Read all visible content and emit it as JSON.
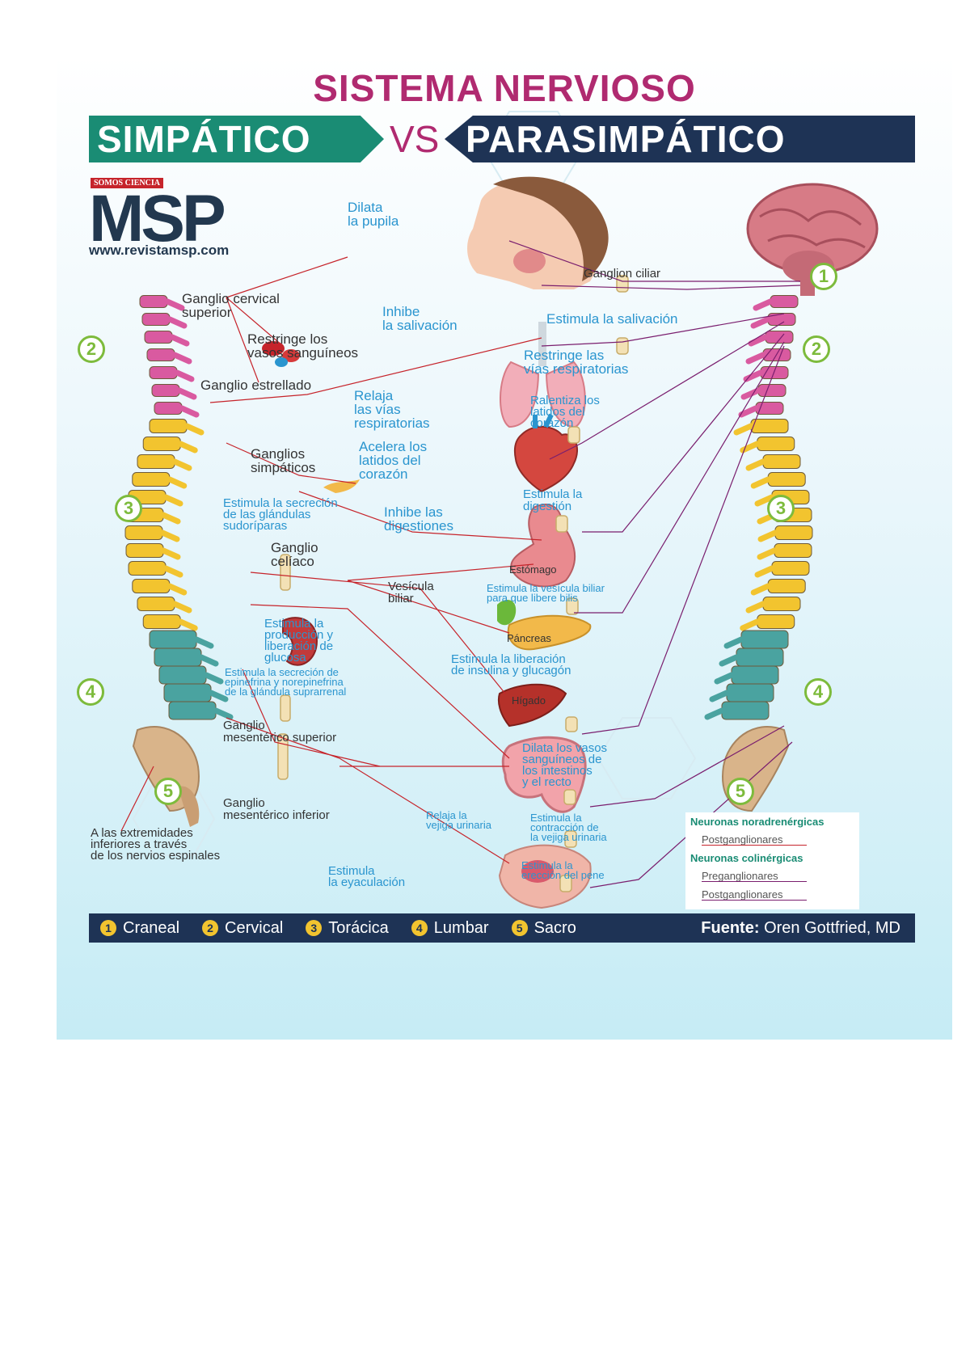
{
  "title": {
    "line1": "SISTEMA NERVIOSO",
    "left": "SIMPÁTICO",
    "vs": "VS",
    "right": "PARASIMPÁTICO"
  },
  "brand": {
    "tagline": "SOMOS CIENCIA",
    "logo": "MSP",
    "url": "www.revistamsp.com"
  },
  "labels": {
    "dilata_pupila": "Dilata\nla pupila",
    "ganglio_cervical": "Ganglio cervical\nsuperior",
    "inhibe_salivacion": "Inhibe\nla salivación",
    "ganglion_ciliar": "Ganglion ciliar",
    "estimula_salivacion": "Estimula la salivación",
    "restringe_vasos": "Restringe los\nvasos sanguíneos",
    "ganglio_estrellado": "Ganglio estrellado",
    "restringe_vias": "Restringe las\nvías respiratorias",
    "relaja_vias": "Relaja\nlas vías\nrespiratorias",
    "ralentiza_latidos": "Ralentiza los\nlatidos del\ncorazón",
    "ganglios_simpaticos": "Ganglios\nsimpáticos",
    "acelera_latidos": "Acelera los\nlatidos del\ncorazón",
    "estimula_secrecion_glandulas": "Estimula la secreción\nde las glándulas\nsudoríparas",
    "inhibe_digestiones": "Inhibe las\ndigestiones",
    "estimula_digestion": "Estimula la\ndigestión",
    "ganglio_celiaco": "Ganglio\ncelíaco",
    "estomago": "Estómago",
    "vesicula_biliar": "Vesícula\nbiliar",
    "estimula_vesicula": "Estimula la vesícula biliar\npara que libere bilis",
    "estimula_produccion_glucosa": "Estimula la\nproducción y\nliberación de\nglucosa",
    "pancreas": "Páncreas",
    "estimula_insulina": "Estimula la liberación\nde insulina y glucagón",
    "estimula_epinefrina": "Estimula la secreción de\nepinefrina y norepinefrina\nde la glándula suprarrenal",
    "higado": "Hígado",
    "ganglio_mesenterico_superior": "Ganglio\nmesentérico superior",
    "dilata_vasos": "Dilata los vasos\nsanguíneos de\nlos intestinos\ny el recto",
    "ganglio_mesenterico_inferior": "Ganglio\nmesentérico inferior",
    "relaja_vejiga": "Relaja la\nvejiga urinaria",
    "estimula_contraccion_vejiga": "Estimula la\ncontracción de\nla vejiga urinaria",
    "extremidades": "A las extremidades\ninferiores a través\nde los nervios espinales",
    "estimula_eyaculacion": "Estimula\nla eyaculación",
    "estimula_ereccion": "Estimula la\nerección del pene"
  },
  "badges": [
    "1",
    "2",
    "3",
    "4",
    "5"
  ],
  "legend": {
    "nor_title": "Neuronas noradrenérgicas",
    "nor_post": "Postganglionares",
    "col_title": "Neuronas colinérgicas",
    "col_pre": "Preganglionares",
    "col_post": "Postganglionares",
    "nor_color": "#c6242b",
    "col_color": "#7a1e6e"
  },
  "footer": {
    "items": [
      {
        "num": "1",
        "label": "Craneal"
      },
      {
        "num": "2",
        "label": "Cervical"
      },
      {
        "num": "3",
        "label": "Torácica"
      },
      {
        "num": "4",
        "label": "Lumbar"
      },
      {
        "num": "5",
        "label": "Sacro"
      }
    ],
    "source_label": "Fuente:",
    "source_name": "Oren Gottfried, MD"
  },
  "colors": {
    "title_magenta": "#b02a70",
    "simpatico_green": "#1a8c74",
    "parasimpatico_navy": "#1e3355",
    "label_blue": "#2a95cf",
    "cervical_pink": "#d95aa0",
    "thoracic_yellow": "#f2c42f",
    "lumbar_teal": "#4aa3a0",
    "sacrum_tan": "#d9b48a",
    "badge_green": "#7dbb3c"
  }
}
